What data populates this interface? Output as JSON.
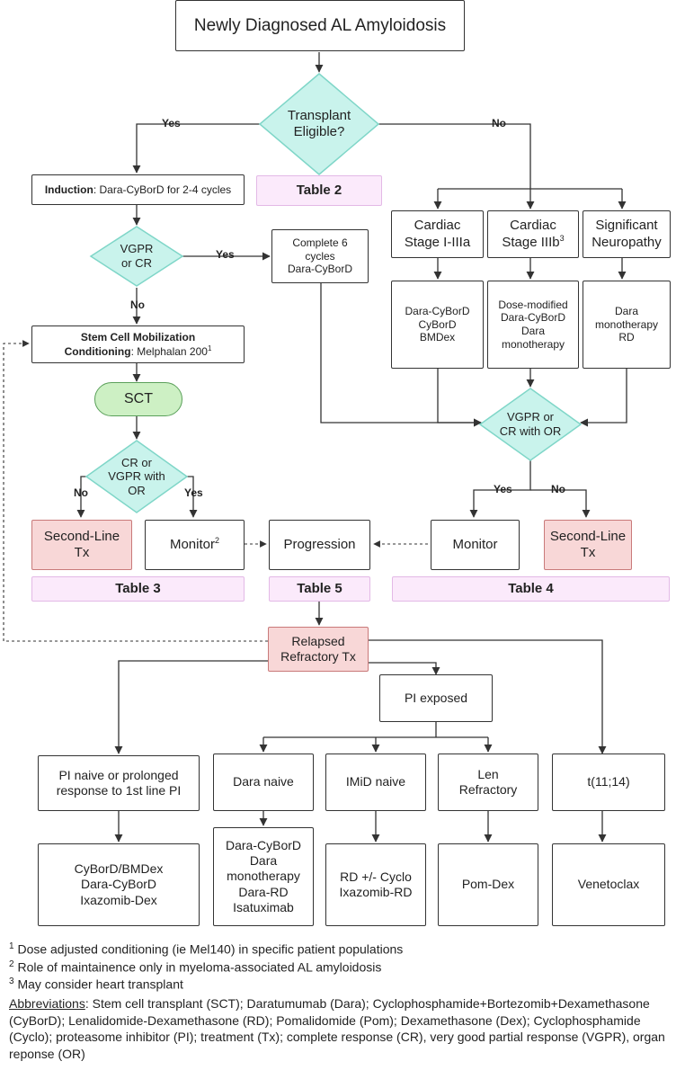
{
  "nodes": {
    "start": "Newly Diagnosed AL Amyloidosis",
    "transplant_eligible": [
      "Transplant",
      "Eligible?"
    ],
    "induction_bold": "Induction",
    "induction_rest": ": Dara-CyBorD for 2-4 cycles",
    "table2": "Table 2",
    "vgpr_cr": [
      "VGPR",
      "or CR"
    ],
    "complete6": [
      "Complete 6",
      "cycles",
      "Dara-CyBorD"
    ],
    "stem_cell_l1": "Stem Cell Mobilization",
    "stem_cell_l2_bold": "Conditioning",
    "stem_cell_l2_rest": ": Melphalan 200",
    "stem_cell_sup": "1",
    "sct": "SCT",
    "cr_vgpr_or": [
      "CR or",
      "VGPR with",
      "OR"
    ],
    "second_line_left": [
      "Second-Line",
      "Tx"
    ],
    "monitor_left": "Monitor",
    "monitor_left_sup": "2",
    "progression": "Progression",
    "table3": "Table 3",
    "table5": "Table 5",
    "cardiac_1_3a": [
      "Cardiac",
      "Stage I-IIIa"
    ],
    "cardiac_3b": "Cardiac",
    "cardiac_3b_l2": "Stage IIIb",
    "cardiac_3b_sup": "3",
    "neuropathy": [
      "Significant",
      "Neuropathy"
    ],
    "regimen_1": [
      "Dara-CyBorD",
      "CyBorD",
      "BMDex"
    ],
    "regimen_2": [
      "Dose-modified",
      "Dara-CyBorD",
      "Dara",
      "monotherapy"
    ],
    "regimen_3": [
      "Dara",
      "monotherapy",
      "RD"
    ],
    "vgpr_cr_or": [
      "VGPR or",
      "CR with OR"
    ],
    "monitor_right": "Monitor",
    "second_line_right": [
      "Second-Line",
      "Tx"
    ],
    "table4": "Table 4",
    "relapsed": [
      "Relapsed",
      "Refractory Tx"
    ],
    "pi_exposed": "PI exposed",
    "pi_naive": [
      "PI naive or prolonged",
      "response to 1st line PI"
    ],
    "dara_naive": "Dara naive",
    "imid_naive": "IMiD naive",
    "len_refractory": [
      "Len",
      "Refractory"
    ],
    "t1114": "t(11;14)",
    "tx_pi_naive": [
      "CyBorD/BMDex",
      "Dara-CyBorD",
      "Ixazomib-Dex"
    ],
    "tx_dara_naive": [
      "Dara-CyBorD",
      "Dara",
      "monotherapy",
      "Dara-RD",
      "Isatuximab"
    ],
    "tx_imid_naive": [
      "RD +/- Cyclo",
      "Ixazomib-RD"
    ],
    "tx_len_refractory": "Pom-Dex",
    "tx_t1114": "Venetoclax"
  },
  "edge_labels": {
    "yes_transplant": "Yes",
    "no_transplant": "No",
    "yes_vgpr": "Yes",
    "no_vgpr": "No",
    "no_cr_vgpr": "No",
    "yes_cr_vgpr": "Yes",
    "yes_right": "Yes",
    "no_right": "No"
  },
  "footnotes": [
    {
      "sup": "1",
      "text": "Dose adjusted conditioning (ie Mel140) in specific patient populations"
    },
    {
      "sup": "2",
      "text": "Role of maintainence only in myeloma-associated AL amyloidosis"
    },
    {
      "sup": "3",
      "text": "May consider heart transplant"
    }
  ],
  "abbreviations_label": "Abbreviations",
  "abbreviations_text": ": Stem cell transplant (SCT); Daratumumab (Dara); Cyclophosphamide+Bortezomib+Dexamethasone (CyBorD); Lenalidomide-Dexamethasone (RD); Pomalidomide (Pom); Dexamethasone (Dex); Cyclophosphamide (Cyclo); proteasome inhibitor (PI); treatment (Tx); complete response (CR), very good partial response (VGPR), organ reponse (OR)",
  "colors": {
    "diamond_fill": "#c9f3ec",
    "diamond_stroke": "#7fd6c8",
    "pink_fill": "#f8d7d7",
    "table_fill": "#fbeafb",
    "sct_fill": "#cdf0c4",
    "line": "#333333"
  }
}
